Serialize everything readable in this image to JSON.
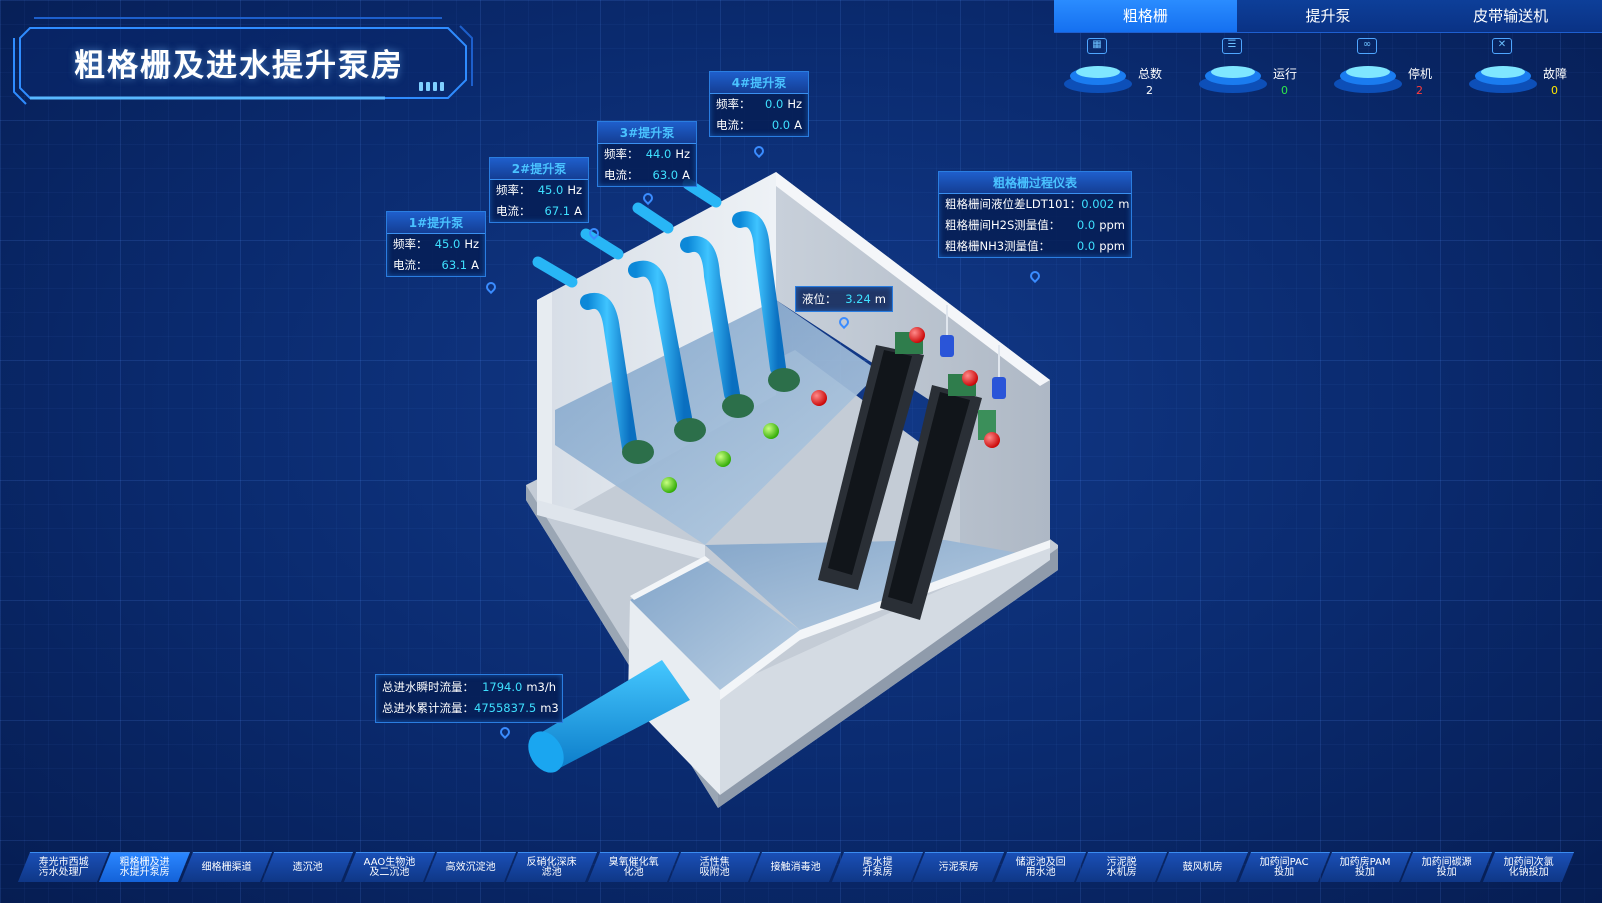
{
  "title": "粗格栅及进水提升泵房",
  "tabs": [
    {
      "label": "粗格栅",
      "active": true
    },
    {
      "label": "提升泵",
      "active": false
    },
    {
      "label": "皮带输送机",
      "active": false
    }
  ],
  "stats": [
    {
      "label": "总数",
      "value": "2",
      "color": "#ffffff",
      "icon": "chip-icon",
      "glyph": "▦"
    },
    {
      "label": "运行",
      "value": "0",
      "color": "#2ee84a",
      "icon": "sliders-icon",
      "glyph": "☰"
    },
    {
      "label": "停机",
      "value": "2",
      "color": "#ff3b3b",
      "icon": "link-icon",
      "glyph": "∞"
    },
    {
      "label": "故障",
      "value": "0",
      "color": "#ffe600",
      "icon": "wrench-icon",
      "glyph": "✕"
    }
  ],
  "pumps": [
    {
      "name": "1#提升泵",
      "freq_label": "频率：",
      "freq": "45.0",
      "freq_unit": "Hz",
      "curr_label": "电流：",
      "curr": "63.1",
      "curr_unit": "A"
    },
    {
      "name": "2#提升泵",
      "freq_label": "频率：",
      "freq": "45.0",
      "freq_unit": "Hz",
      "curr_label": "电流：",
      "curr": "67.1",
      "curr_unit": "A"
    },
    {
      "name": "3#提升泵",
      "freq_label": "频率：",
      "freq": "44.0",
      "freq_unit": "Hz",
      "curr_label": "电流：",
      "curr": "63.0",
      "curr_unit": "A"
    },
    {
      "name": "4#提升泵",
      "freq_label": "频率：",
      "freq": "0.0",
      "freq_unit": "Hz",
      "curr_label": "电流：",
      "curr": "0.0",
      "curr_unit": "A"
    }
  ],
  "instrument": {
    "title": "粗格栅过程仪表",
    "rows": [
      {
        "label": "粗格栅间液位差LDT101：",
        "value": "0.002",
        "unit": "m"
      },
      {
        "label": "粗格栅间H2S测量值：",
        "value": "0.0",
        "unit": "ppm"
      },
      {
        "label": "粗格栅NH3测量值：",
        "value": "0.0",
        "unit": "ppm"
      }
    ]
  },
  "level": {
    "label": "液位：",
    "value": "3.24",
    "unit": "m"
  },
  "flow": {
    "instant_label": "总进水瞬时流量：",
    "instant_value": "1794.0",
    "instant_unit": "m3/h",
    "total_label": "总进水累计流量：",
    "total_value": "4755837.5",
    "total_unit": "m3"
  },
  "nav": [
    {
      "label": "寿光市西城\n污水处理厂",
      "active": false
    },
    {
      "label": "粗格栅及进\n水提升泵房",
      "active": true
    },
    {
      "label": "细格栅渠道",
      "active": false
    },
    {
      "label": "遗沉池",
      "active": false
    },
    {
      "label": "AAO生物池\n及二沉池",
      "active": false
    },
    {
      "label": "高效沉淀池",
      "active": false
    },
    {
      "label": "反硝化深床\n滤池",
      "active": false
    },
    {
      "label": "臭氧催化氧\n化池",
      "active": false
    },
    {
      "label": "活性焦\n吸附池",
      "active": false
    },
    {
      "label": "接触消毒池",
      "active": false
    },
    {
      "label": "尾水提\n升泵房",
      "active": false
    },
    {
      "label": "污泥泵房",
      "active": false
    },
    {
      "label": "储泥池及回\n用水池",
      "active": false
    },
    {
      "label": "污泥脱\n水机房",
      "active": false
    },
    {
      "label": "鼓风机房",
      "active": false
    },
    {
      "label": "加药间PAC\n投加",
      "active": false
    },
    {
      "label": "加药房PAM\n投加",
      "active": false
    },
    {
      "label": "加药间碳源\n投加",
      "active": false
    },
    {
      "label": "加药间次氯\n化钠投加",
      "active": false
    }
  ]
}
